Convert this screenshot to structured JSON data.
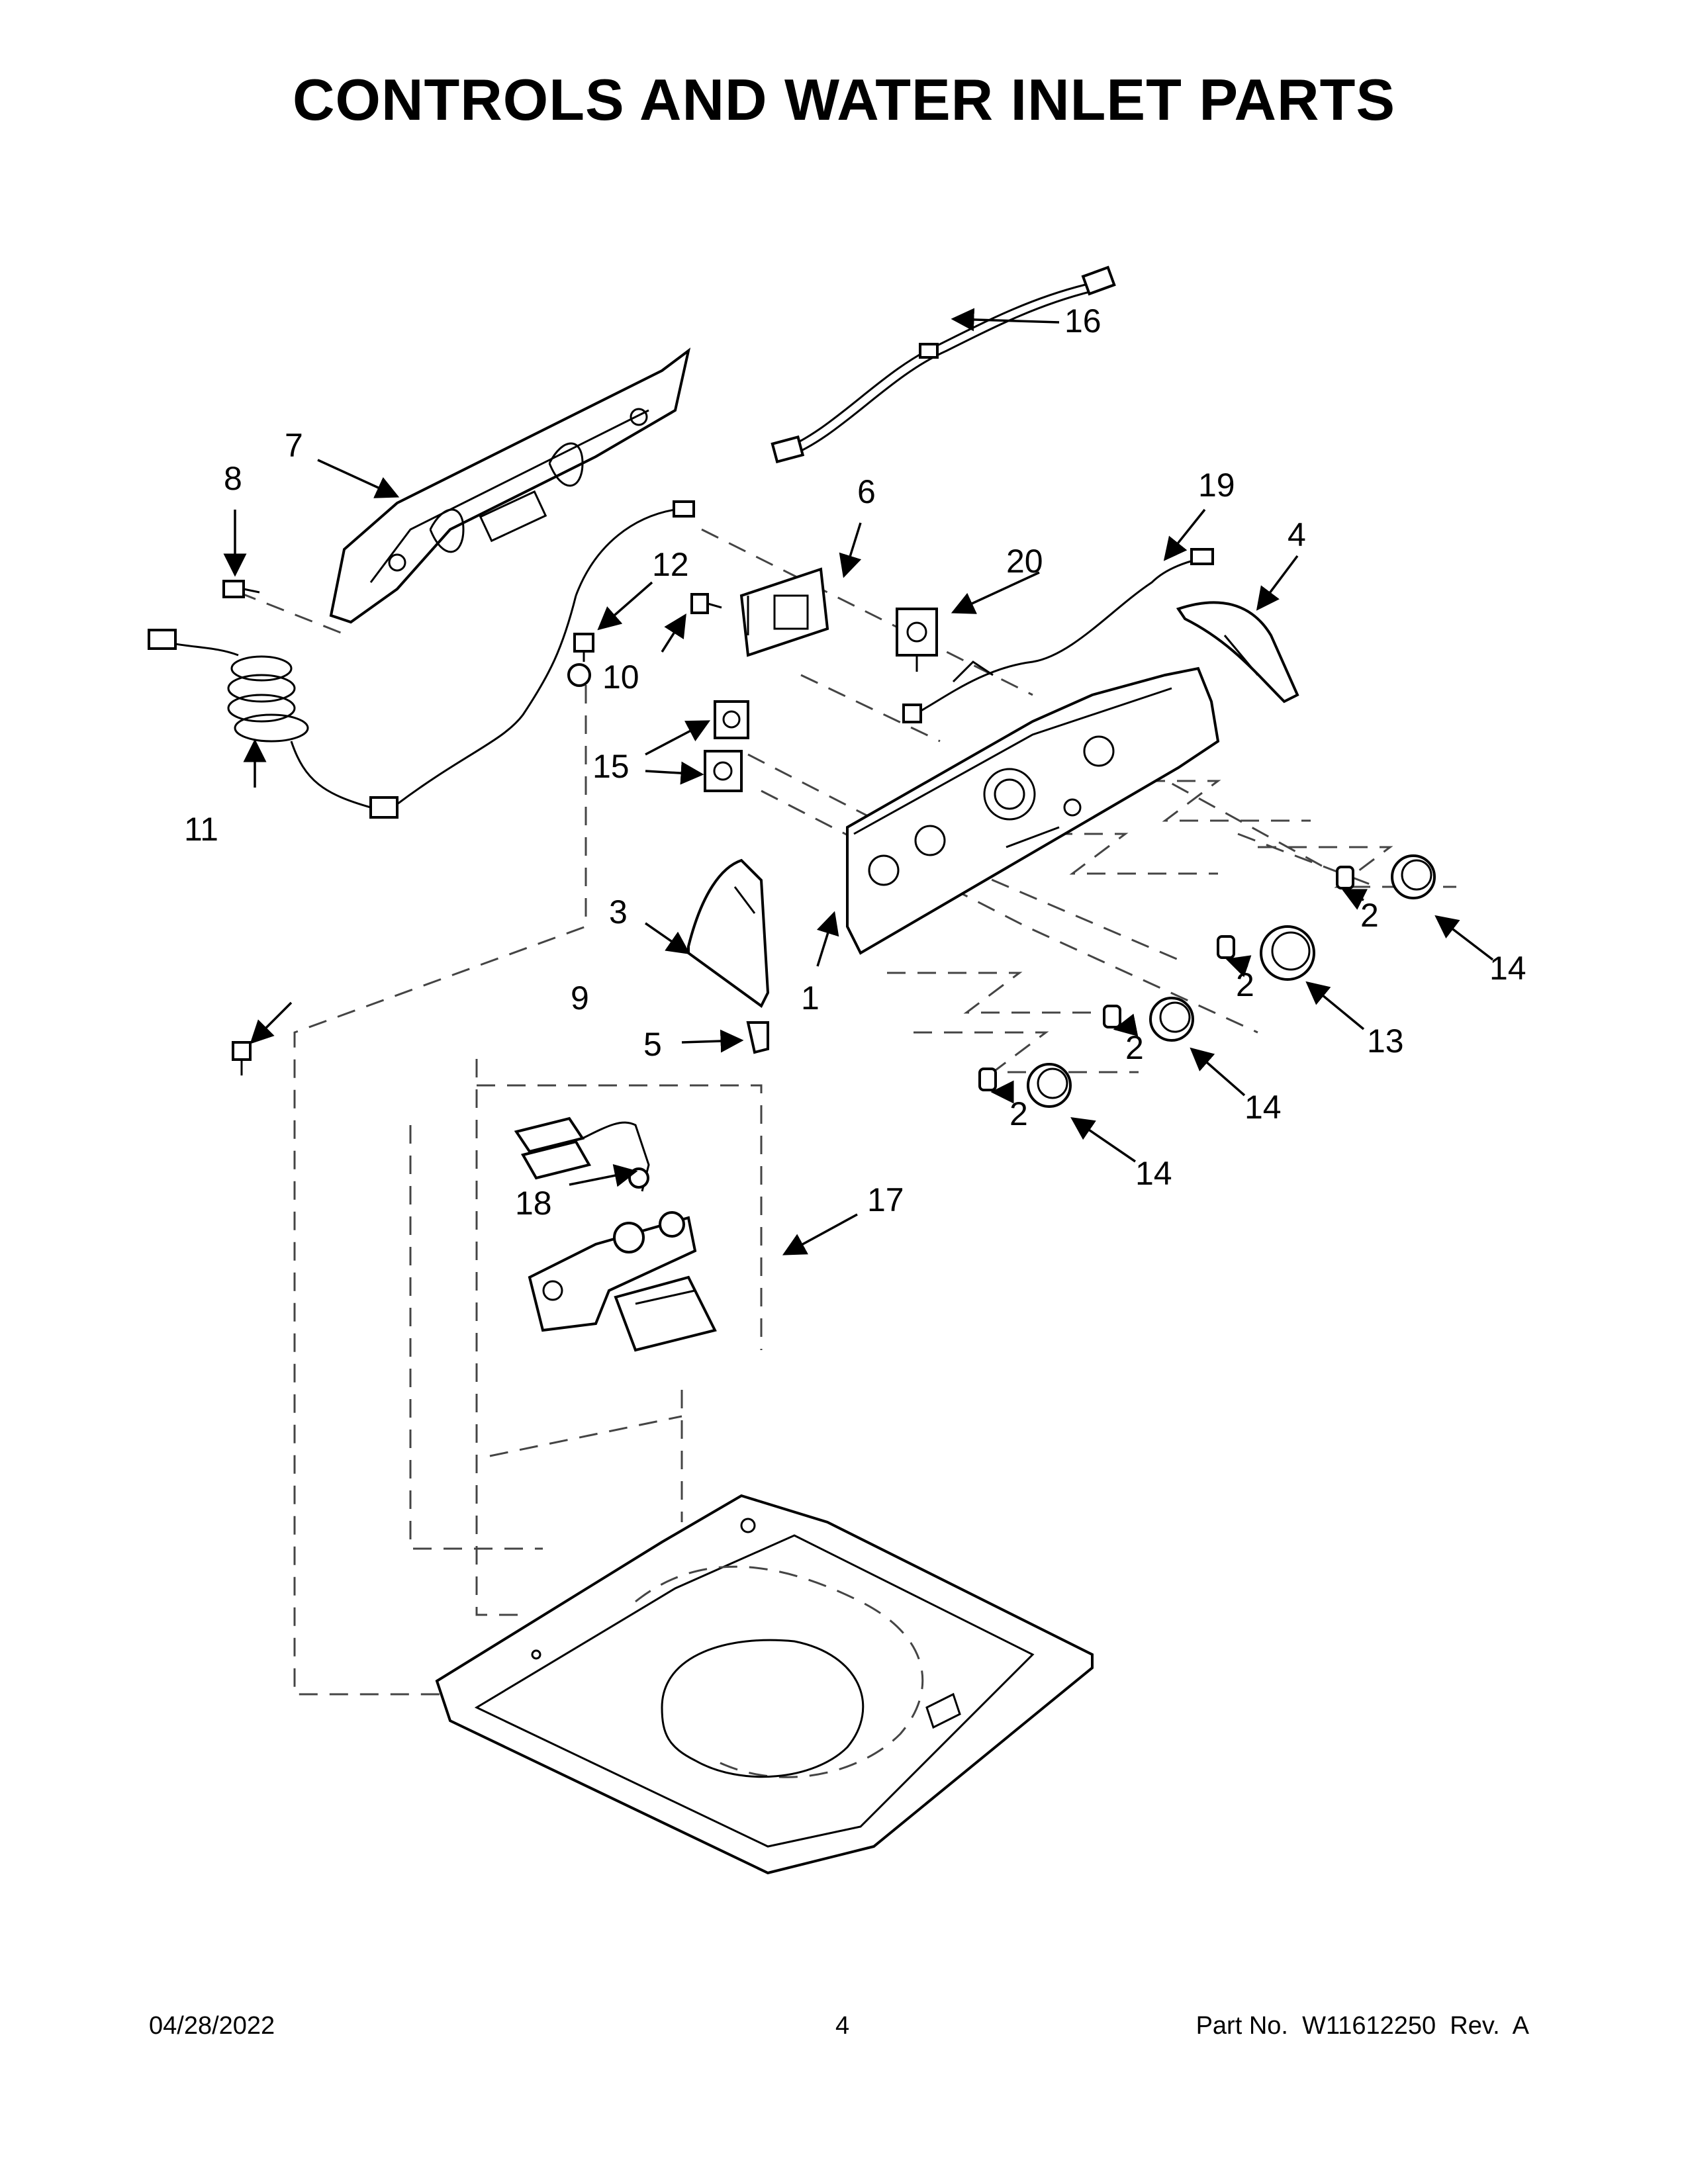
{
  "page_title": "CONTROLS AND WATER INLET PARTS",
  "footer": {
    "date": "04/28/2022",
    "page_number": "4",
    "part_number": "Part No.  W11612250  Rev.  A"
  },
  "callouts": {
    "c1": "1",
    "c2a": "2",
    "c2b": "2",
    "c2c": "2",
    "c2d": "2",
    "c3": "3",
    "c4": "4",
    "c5": "5",
    "c6": "6",
    "c7": "7",
    "c8": "8",
    "c9": "9",
    "c10": "10",
    "c11": "11",
    "c12": "12",
    "c13": "13",
    "c14a": "14",
    "c14b": "14",
    "c14c": "14",
    "c15": "15",
    "c16": "16",
    "c17": "17",
    "c18": "18",
    "c19": "19",
    "c20": "20"
  }
}
